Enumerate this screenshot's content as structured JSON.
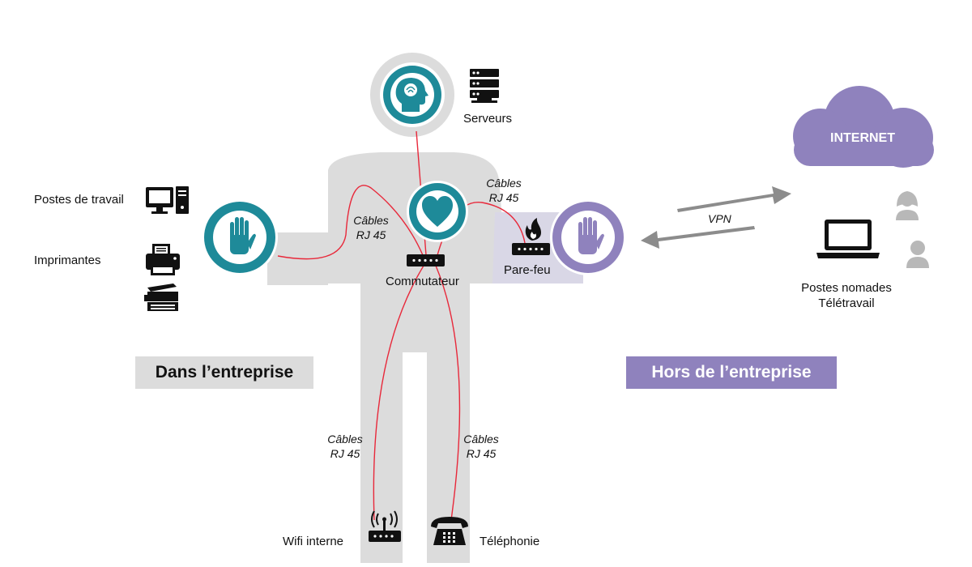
{
  "colors": {
    "body_gray": "#dcdcdc",
    "teal": "#1e8a99",
    "purple": "#8f82bd",
    "cable_red": "#e8283a",
    "arrow_gray": "#8c8c8c"
  },
  "labels": {
    "servers": "Serveurs",
    "workstations": "Postes de travail",
    "printers": "Imprimantes",
    "switch": "Commutateur",
    "firewall": "Pare-feu",
    "wifi": "Wifi interne",
    "phone": "Téléphonie",
    "vpn": "VPN",
    "internet": "INTERNET",
    "nomads_line1": "Postes nomades",
    "nomads_line2": "Télétravail"
  },
  "cables": {
    "line1": "Câbles",
    "line2": "RJ 45"
  },
  "zones": {
    "inside": "Dans l’entreprise",
    "outside": "Hors de l’entreprise"
  },
  "icons": {
    "head": "brain-head-icon",
    "heart": "heart-icon",
    "left_hand": "hand-icon",
    "right_hand": "hand-icon",
    "server": "server-rack-icon",
    "desktop": "desktop-computer-icon",
    "printer": "printer-icon",
    "copier": "copier-icon",
    "switch": "network-switch-icon",
    "firewall": "firewall-icon",
    "cloud": "cloud-icon",
    "laptop": "laptop-icon",
    "user_female": "user-female-icon",
    "user_male": "user-male-icon",
    "wifi": "wifi-router-icon",
    "phone": "telephone-icon"
  }
}
